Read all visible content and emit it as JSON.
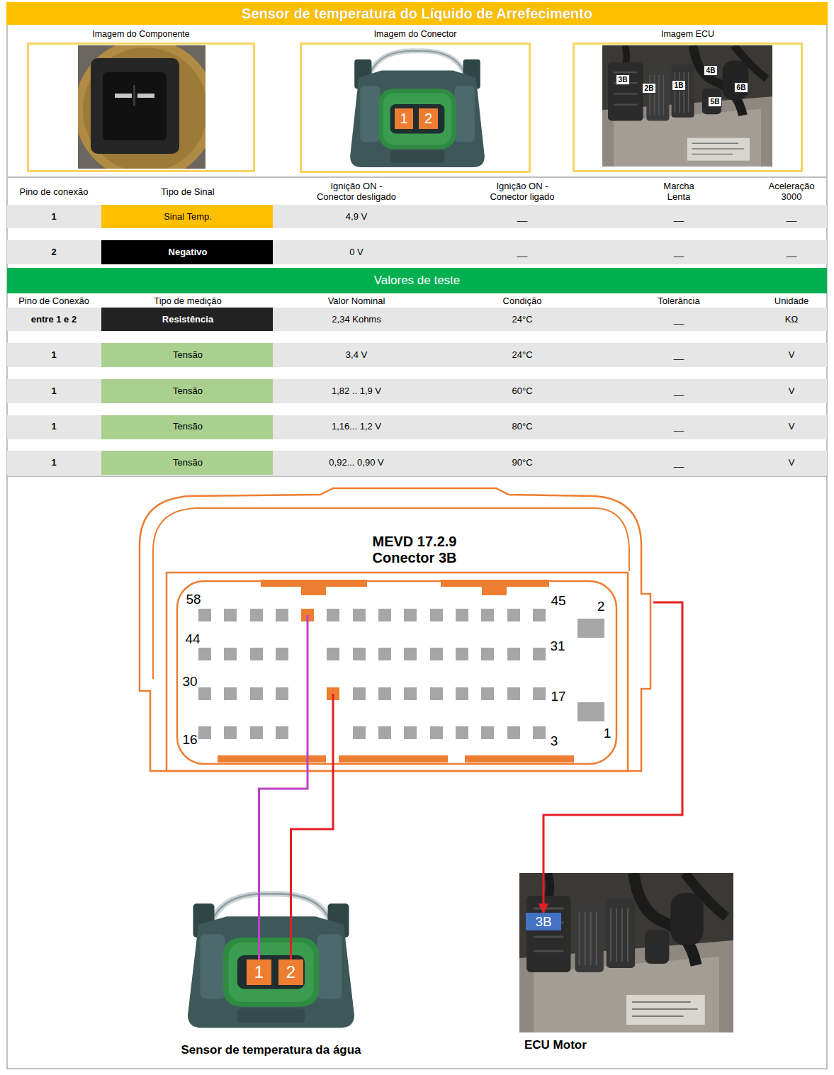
{
  "diagram": {
    "title": "Sensor de temperatura do Líquido de Arrefecimento",
    "nodes": [
      {
        "text": [
          "Imagem do Componente"
        ]
      },
      {
        "text": [
          "Imagem do Conector"
        ]
      },
      {
        "text": [
          "1"
        ],
        "in": 1
      },
      {
        "text": [
          "2"
        ],
        "in": 1
      },
      {
        "text": [
          "Imagem ECU"
        ]
      },
      {
        "text": [
          "3B"
        ],
        "in": 4
      },
      {
        "text": [
          "2B"
        ],
        "in": 4
      },
      {
        "text": [
          "1B"
        ],
        "in": 4
      },
      {
        "text": [
          "4B"
        ],
        "in": 4
      },
      {
        "text": [
          "5B"
        ],
        "in": 4
      },
      {
        "text": [
          "6B"
        ],
        "in": 4
      },
      {
        "text": [
          "Valores de teste"
        ]
      },
      {
        "text": [
          "MEVD 17.2.9 Conector 3B"
        ]
      },
      {
        "text": [
          "Sensor de temperatura da água"
        ]
      },
      {
        "text": [
          "1"
        ],
        "in": 13
      },
      {
        "text": [
          "2"
        ],
        "in": 13
      },
      {
        "text": [
          "ECU Motor"
        ]
      },
      {
        "text": [
          "3B"
        ],
        "in": 16
      }
    ],
    "edges": [
      {
        "from": 12,
        "to": 14,
        "arrow": "none"
      },
      {
        "from": 12,
        "to": 15,
        "arrow": "none"
      },
      {
        "from": 12,
        "to": 17,
        "arrow": "to"
      }
    ],
    "labels": [
      "Pino de conexão",
      "Tipo de Sinal",
      "Ignição ON - Conector desligado",
      "Ignição ON - Conector ligado",
      "Marcha Lenta",
      "Aceleração 3000",
      "1",
      "Sinal Temp.",
      "4,9 V",
      "__",
      "__",
      "__",
      "2",
      "Negativo",
      "0 V",
      "__",
      "__",
      "__",
      "Pino de Conexão",
      "Tipo de medição",
      "Valor Nominal",
      "Condição",
      "Tolerância",
      "Unidade",
      "entre 1 e 2",
      "Resistência",
      "2,34 Kohms",
      "24°C",
      "__",
      "KΩ",
      "1",
      "Tensão",
      "3,4 V",
      "24°C",
      "__",
      "V",
      "1",
      "Tensão",
      "1,82 .. 1,9 V",
      "60°C",
      "__",
      "V",
      "1",
      "Tensão",
      "1,16... 1,2 V",
      "80°C",
      "__",
      "V",
      "1",
      "Tensão",
      "0,92... 0,90 V",
      "90°C",
      "__",
      "V",
      "58",
      "45",
      "2",
      "44",
      "31",
      "30",
      "17",
      "16",
      "3",
      "1"
    ]
  }
}
